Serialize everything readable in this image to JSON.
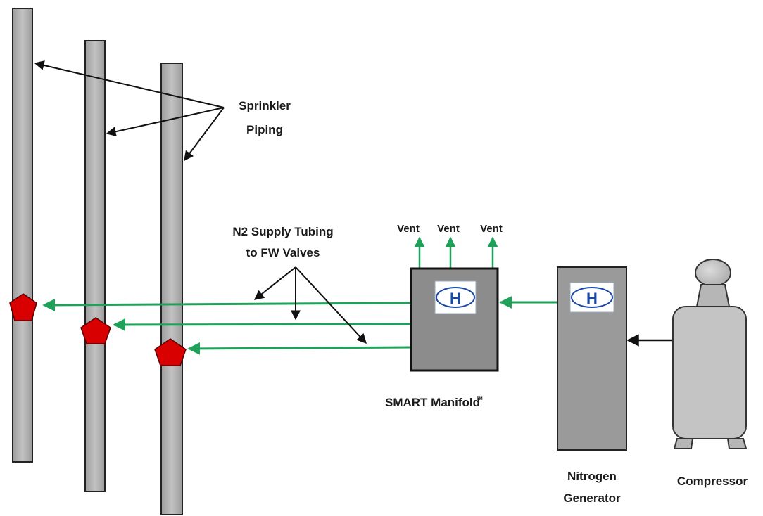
{
  "labels": {
    "sprinkler_line1": "Sprinkler",
    "sprinkler_line2": "Piping",
    "n2_line1": "N2 Supply Tubing",
    "n2_line2": "to FW Valves",
    "vent1": "Vent",
    "vent2": "Vent",
    "vent3": "Vent",
    "manifold": "SMART Manifold",
    "manifold_tm": "TM",
    "generator_line1": "Nitrogen",
    "generator_line2": "Generator",
    "compressor": "Compressor",
    "logo_letter": "H"
  },
  "colors": {
    "pipe": "#b2b2b2",
    "tubing": "#1fa15a",
    "valve": "#d80000",
    "manifold_body": "#8c8c8c",
    "generator_body": "#9a9a9a",
    "compressor_body": "#c4c4c4",
    "logo": "#1848a8"
  }
}
